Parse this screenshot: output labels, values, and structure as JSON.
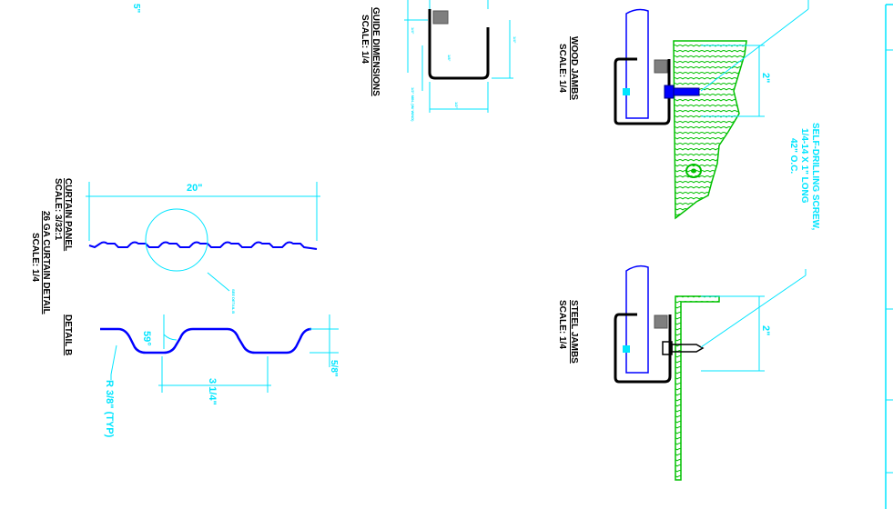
{
  "drawing": {
    "top_left_fragment": "5\"",
    "guide": {
      "title": "GUIDE DIMENSIONS",
      "scale": "SCALE: 1/4",
      "dim_small_1": "1/4\"",
      "dim_small_2": "1/8\"",
      "dim_small_3": "1/4\"",
      "dim_small_4": "1/2\"",
      "note": "1/2\" MIN. (W/ WIND)"
    },
    "wood_jambs": {
      "title": "WOOD JAMBS",
      "scale": "SCALE: 1/4",
      "dim": "2\""
    },
    "steel_jambs": {
      "title": "STEEL JAMBS",
      "scale": "SCALE: 1/4",
      "dim": "2\""
    },
    "screw_note": {
      "line1": "SELF-DRILLING SCREW,",
      "line2": "1/4-14 X 1\" LONG",
      "line3": "42\" O.C."
    },
    "curtain_panel": {
      "title": "CURTAIN PANEL",
      "scale": "SCALE: 3/32:1",
      "dim": "20\"",
      "see_detail": "SEE DETAIL B"
    },
    "curtain_detail": {
      "title": "26 GA CURTAIN DETAIL",
      "scale": "SCALE: 1/4"
    },
    "detail_b": {
      "title": "DETAIL B",
      "angle": "59°",
      "pitch": "3 1/4\"",
      "height": "5/8\"",
      "radius": "R 3/8\" (TYP)"
    }
  }
}
